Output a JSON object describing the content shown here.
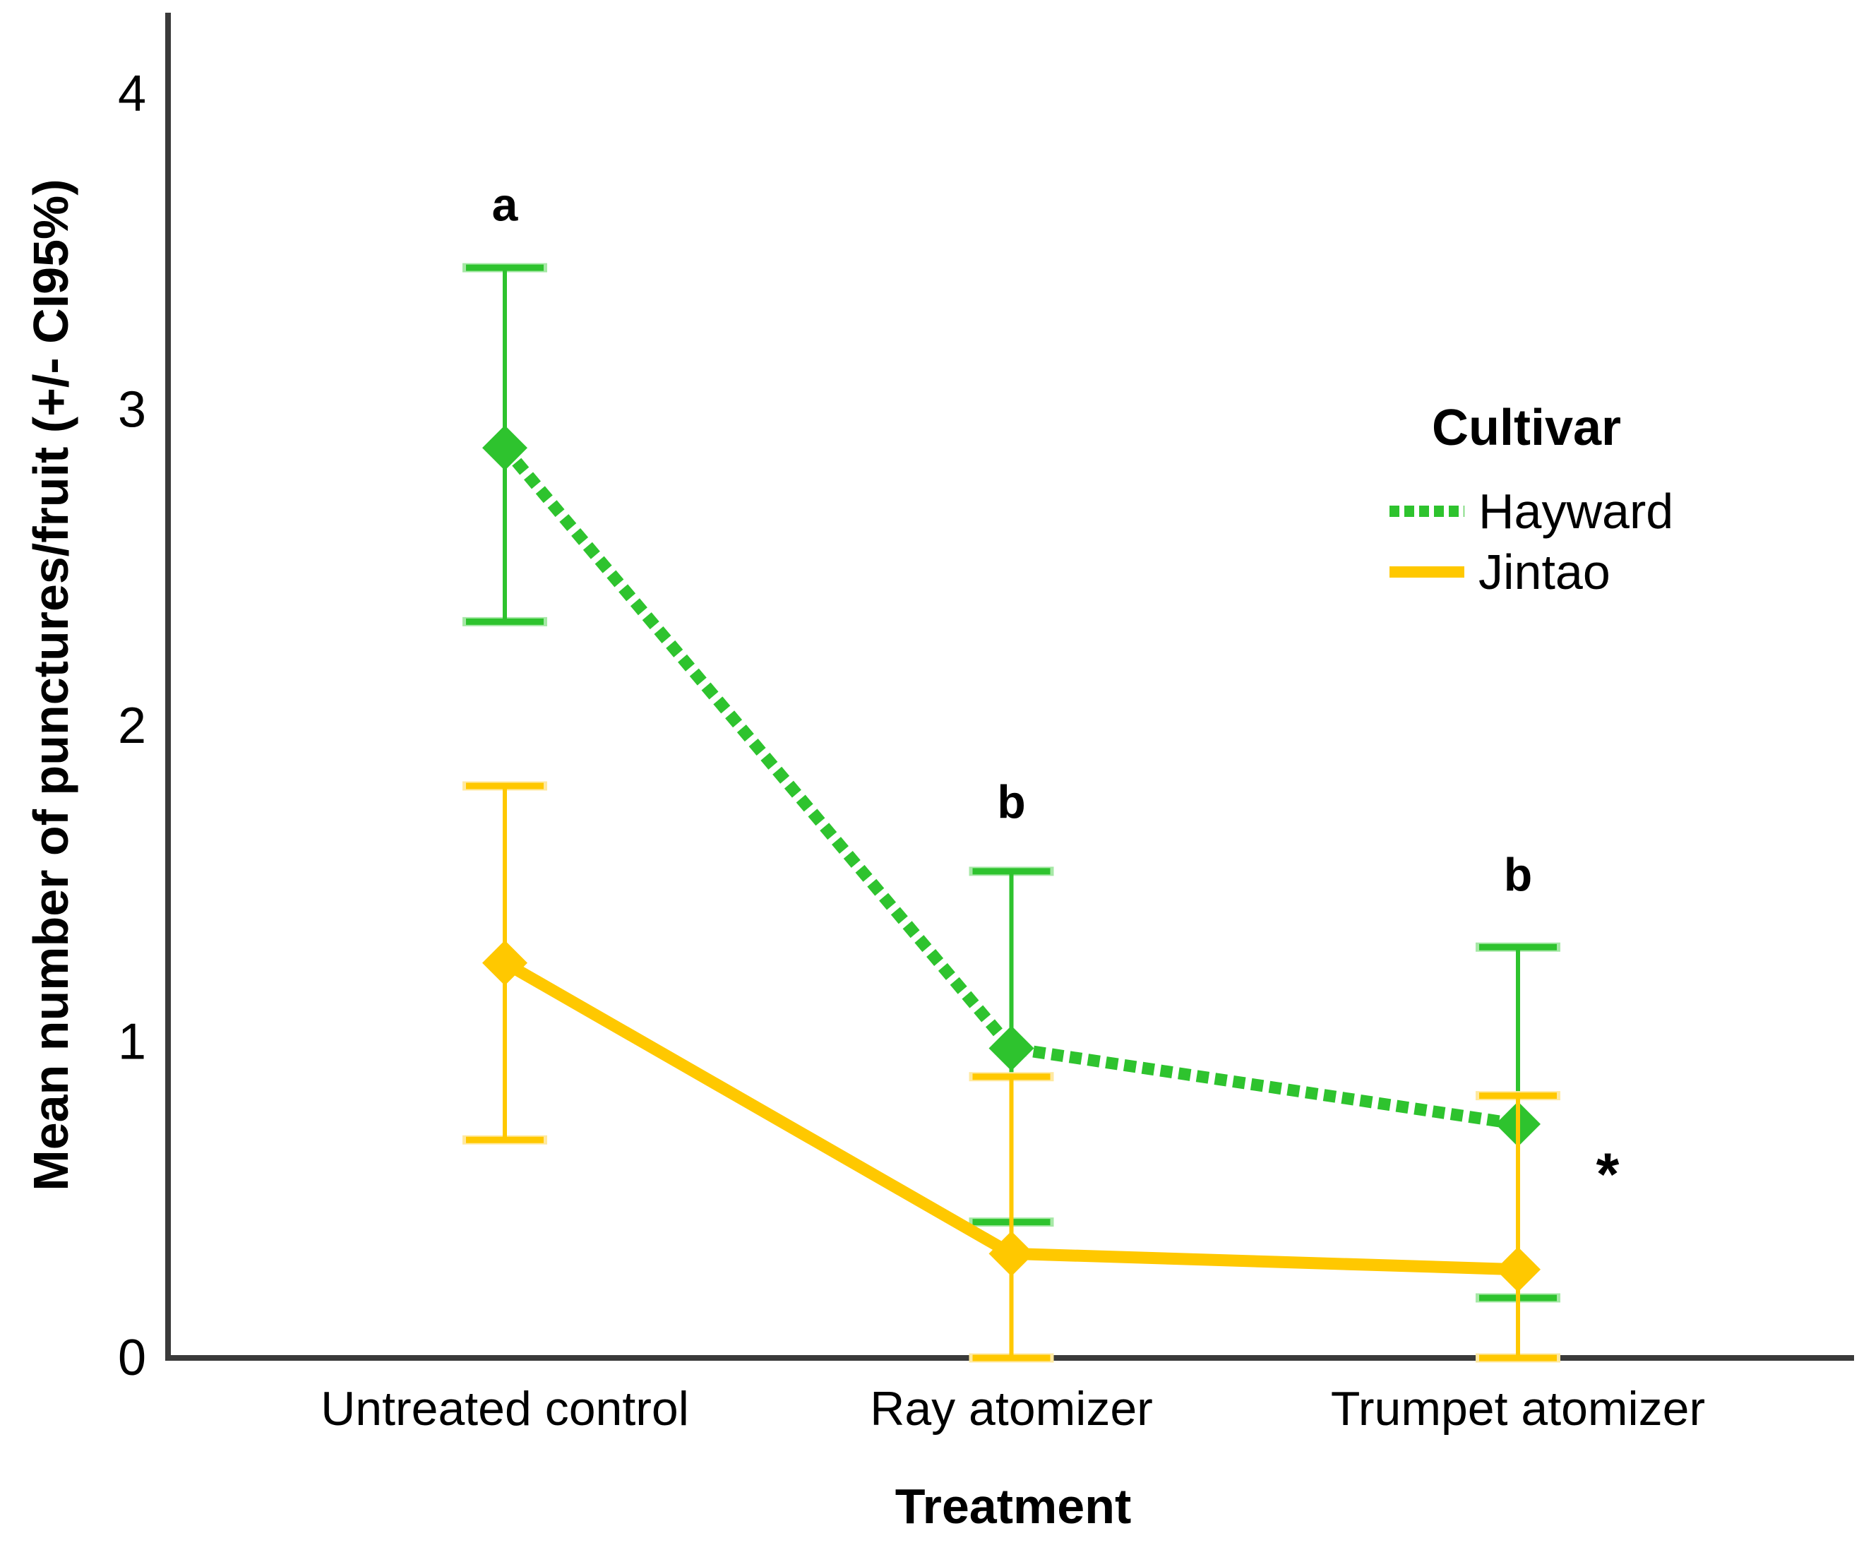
{
  "figure": {
    "background_color": "#ffffff",
    "axis_line_color": "#3a3a3a",
    "text_color": "#000000"
  },
  "chart_data": {
    "type": "line",
    "title": "",
    "xlabel": "Treatment",
    "ylabel": "Mean number of punctures/fruit (+/- CI95%)",
    "categories": [
      "Untreated control",
      "Ray atomizer",
      "Trumpet atomizer"
    ],
    "yticks": [
      0,
      1,
      2,
      3,
      4
    ],
    "ylim": [
      0,
      4.26
    ],
    "grid": false,
    "legend_title": "Cultivar",
    "legend_position": "right",
    "error_bar_type": "CI95%",
    "series": [
      {
        "name": "Hayward",
        "color": "#2ec32e",
        "halo_color": "#a6e8a6",
        "line_style": "dotted",
        "marker": "diamond",
        "values": [
          2.88,
          0.98,
          0.74
        ],
        "ci_low": [
          2.33,
          0.43,
          0.19
        ],
        "ci_high": [
          3.45,
          1.54,
          1.3
        ]
      },
      {
        "name": "Jintao",
        "color": "#ffc800",
        "halo_color": "#ffe9a0",
        "line_style": "solid",
        "marker": "diamond",
        "values": [
          1.25,
          0.33,
          0.28
        ],
        "ci_low": [
          0.69,
          0.0,
          0.0
        ],
        "ci_high": [
          1.81,
          0.89,
          0.83
        ]
      }
    ],
    "annotations": [
      {
        "text": "a",
        "category": 0,
        "y": 3.65,
        "x_offset": 0
      },
      {
        "text": "b",
        "category": 1,
        "y": 1.76,
        "x_offset": 0
      },
      {
        "text": "b",
        "category": 2,
        "y": 1.53,
        "x_offset": 0
      },
      {
        "text": "*",
        "category": 2,
        "y": 0.64,
        "x_offset": 127
      }
    ]
  }
}
